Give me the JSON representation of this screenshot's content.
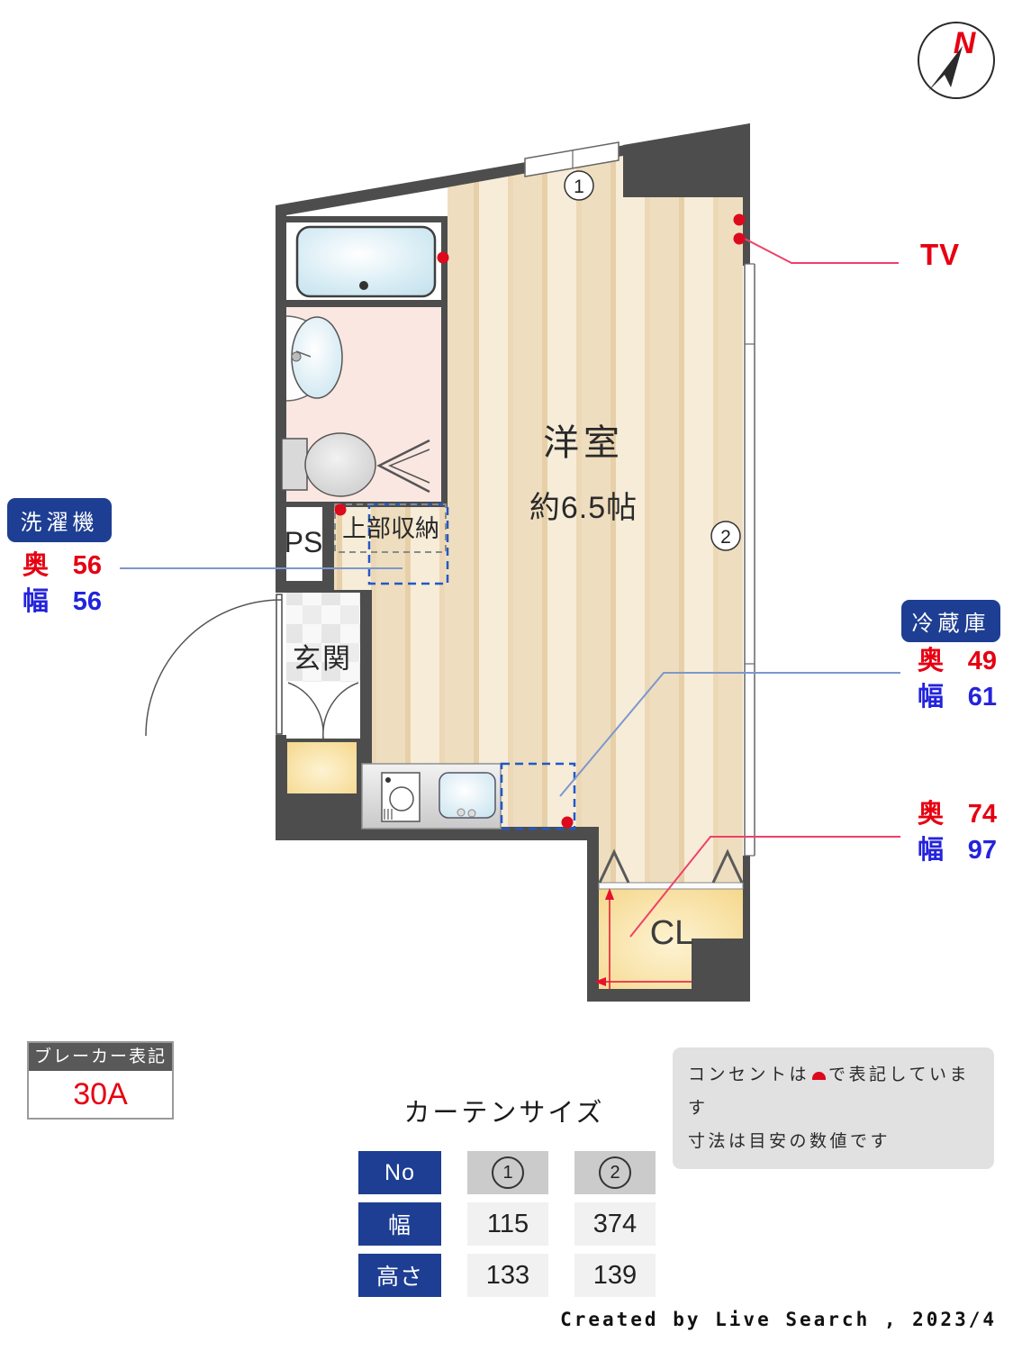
{
  "compass": {
    "north": "N"
  },
  "plan": {
    "main_room": {
      "name": "洋室",
      "size": "約6.5帖"
    },
    "entrance_label": "玄関",
    "pipe_space_label": "PS",
    "upper_storage_label": "上部収納",
    "closet_label": "CL",
    "window1_no": "1",
    "window2_no": "2",
    "tv_label": "TV"
  },
  "measurements": {
    "washer": {
      "title": "洗濯機",
      "depth_label": "奥",
      "depth_value": "56",
      "width_label": "幅",
      "width_value": "56"
    },
    "fridge": {
      "title": "冷蔵庫",
      "depth_label": "奥",
      "depth_value": "49",
      "width_label": "幅",
      "width_value": "61"
    },
    "closet": {
      "depth_label": "奥",
      "depth_value": "74",
      "width_label": "幅",
      "width_value": "97"
    }
  },
  "breaker": {
    "title": "ブレーカー表記",
    "value": "30A"
  },
  "notes": {
    "line1_before": "コンセントは",
    "line1_after": "で表記しています",
    "line2": "寸法は目安の数値です"
  },
  "curtain": {
    "title": "カーテンサイズ",
    "row_labels": [
      "No",
      "幅",
      "高さ"
    ],
    "columns": [
      {
        "no": "1",
        "width": "115",
        "height": "133"
      },
      {
        "no": "2",
        "width": "374",
        "height": "139"
      }
    ]
  },
  "footer": "Created by Live Search , 2023/4",
  "colors": {
    "wall": "#4d4d4d",
    "floor_light": "#f6ecd8",
    "floor_dark": "#eedebf",
    "bath_pink": "#fbe7e1",
    "closet_yellow": "#f6d78d",
    "label_blue": "#1d3e93",
    "measure_red": "#e60012",
    "measure_blue": "#2323dd",
    "outlet_red": "#dc0a1c",
    "leader_blue": "#7d97cd",
    "leader_red": "#ef4069"
  }
}
